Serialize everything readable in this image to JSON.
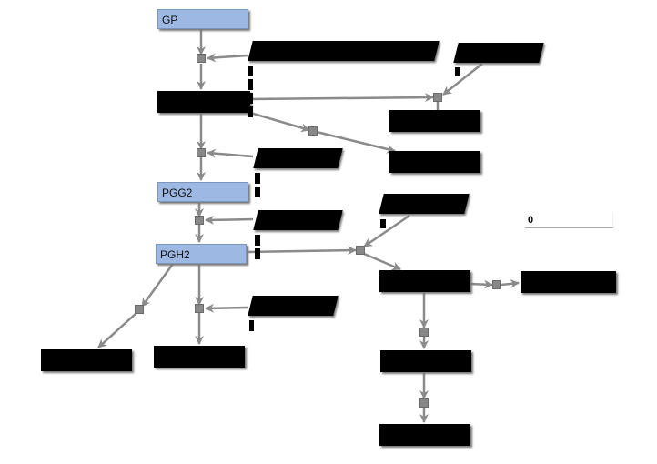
{
  "nodes": {
    "gp": "GP",
    "pgg2": "PGG2",
    "pgh2": "PGH2"
  },
  "value_field": {
    "value": "0"
  },
  "colors": {
    "metabolite": "#9db8e2",
    "edge": "#8a8a8a",
    "reaction": "#888888"
  }
}
